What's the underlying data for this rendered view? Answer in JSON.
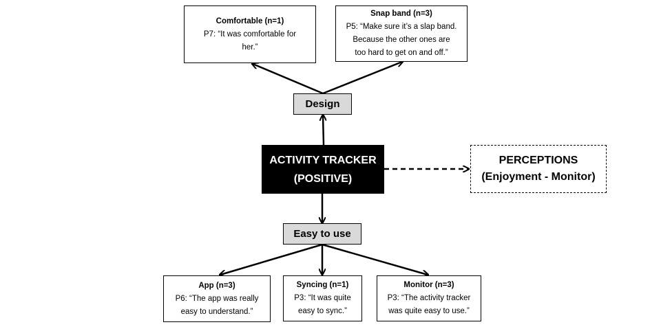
{
  "center": {
    "line1": "ACTIVITY TRACKER",
    "line2": "(POSITIVE)"
  },
  "perceptions": {
    "line1": "PERCEPTIONS",
    "line2": "(Enjoyment - Monitor)"
  },
  "design": {
    "label": "Design",
    "children": [
      {
        "title": "Comfortable (n=1)",
        "lines": [
          "P7: “It was comfortable for",
          "her.”"
        ]
      },
      {
        "title": "Snap band (n=3)",
        "lines": [
          "P5: “Make sure it’s a slap band.",
          "Because the other ones are",
          "too hard to get on and off.”"
        ]
      }
    ]
  },
  "easy": {
    "label": "Easy to use",
    "children": [
      {
        "title": "App (n=3)",
        "lines": [
          "P6: “The app was really",
          "easy to understand.”"
        ]
      },
      {
        "title": "Syncing (n=1)",
        "lines": [
          "P3: “It was quite",
          "easy to sync.”"
        ]
      },
      {
        "title": "Monitor (n=3)",
        "lines": [
          "P3: “The activity tracker",
          "was quite easy to use.”"
        ]
      }
    ]
  }
}
